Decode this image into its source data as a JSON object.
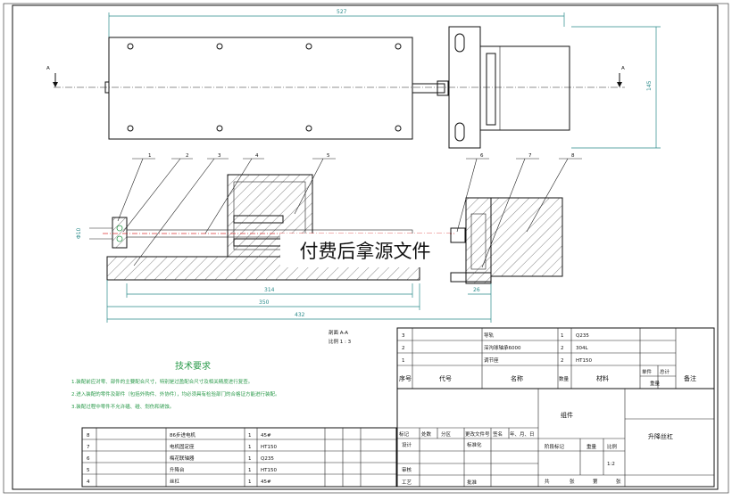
{
  "dimensions": {
    "top_length": "527",
    "top_height": "145",
    "section_mark": "A",
    "d_left": "Φ10",
    "d_314": "314",
    "d_350": "350",
    "d_432": "432",
    "d_26": "26"
  },
  "balloons": [
    "1",
    "2",
    "3",
    "4",
    "5",
    "6",
    "7",
    "8"
  ],
  "section_view": {
    "title": "剖面 A-A",
    "scale": "比例 1 : 3"
  },
  "watermark": "付费后拿源文件",
  "tech_requirements": {
    "title": "技术要求",
    "items": [
      "1.装配前应对零、部件的主要配合尺寸，特别是过盈配合尺寸及相关精度进行复查。",
      "2.进入装配的零件及部件（包括外购件、外协件），均必须具有检验部门的合格证方能进行装配。",
      "3.装配过程中零件不允许磕、碰、划伤和锈蚀。"
    ]
  },
  "bom_upper": [
    {
      "no": "3",
      "name": "导轨",
      "qty": "1",
      "mat": "Q235"
    },
    {
      "no": "2",
      "name": "深沟球轴承6000",
      "qty": "2",
      "mat": "304L"
    },
    {
      "no": "1",
      "name": "调节座",
      "qty": "2",
      "mat": "HT150"
    }
  ],
  "bom_header": {
    "no": "序号",
    "code": "代号",
    "name": "名称",
    "qty": "数量",
    "mat": "材料",
    "single": "单件",
    "total": "总计",
    "weight": "重量",
    "remark": "备注"
  },
  "bom_lower": [
    {
      "no": "8",
      "name": "86步进电机",
      "qty": "1",
      "mat": "45#"
    },
    {
      "no": "7",
      "name": "电机固定座",
      "qty": "1",
      "mat": "HT150"
    },
    {
      "no": "6",
      "name": "梅花联轴器",
      "qty": "1",
      "mat": "Q235"
    },
    {
      "no": "5",
      "name": "升降台",
      "qty": "1",
      "mat": "HT150"
    },
    {
      "no": "4",
      "name": "丝杠",
      "qty": "1",
      "mat": "45#"
    }
  ],
  "title_block": {
    "group": "组件",
    "drawing_name": "升降丝杠",
    "row1": [
      "标记",
      "处数",
      "分区",
      "更改文件号",
      "签名",
      "年、月、日"
    ],
    "design": "设计",
    "standard": "标准化",
    "check": "审核",
    "process": "工艺",
    "approve": "批准",
    "stage_mark": "阶段标记",
    "weight": "重量",
    "scale": "比例",
    "scale_value": "1:2",
    "sheets": [
      "共",
      "张",
      "第",
      "张"
    ]
  }
}
